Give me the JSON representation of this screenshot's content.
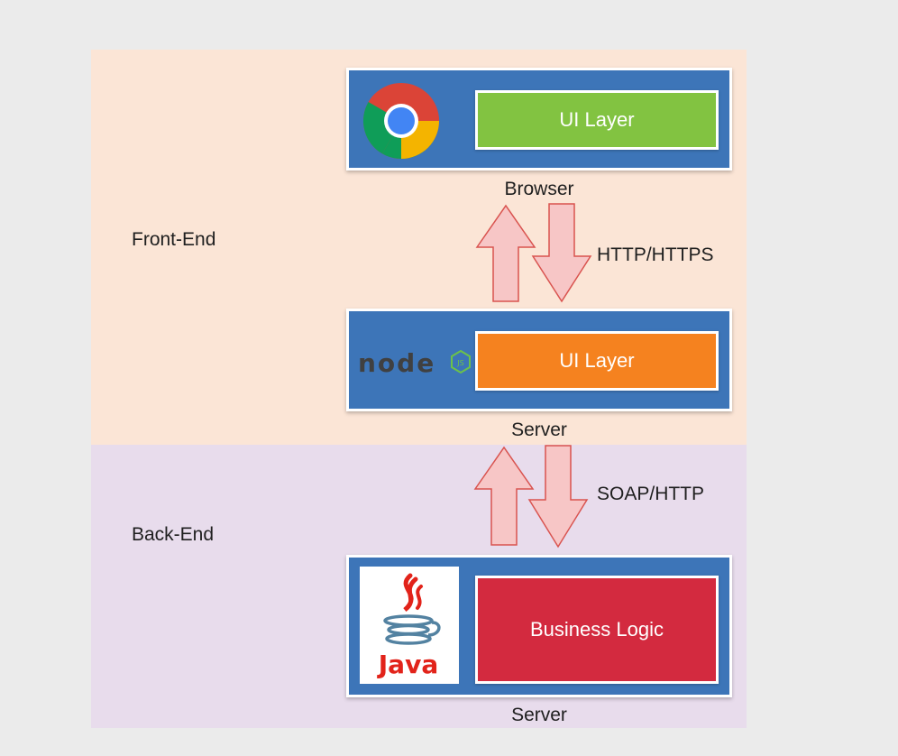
{
  "zones": {
    "front": {
      "label": "Front-End",
      "color": "#fbe5d6"
    },
    "back": {
      "label": "Back-End",
      "color": "#e8dcec"
    }
  },
  "tiers": {
    "browser": {
      "logo": "chrome-logo",
      "layer_label": "UI Layer",
      "layer_color": "#82c341",
      "caption": "Browser"
    },
    "node": {
      "logo": "nodejs-logo",
      "logo_text": "node",
      "logo_badge": "JS",
      "layer_label": "UI Layer",
      "layer_color": "#f5821f",
      "caption": "Server"
    },
    "java": {
      "logo": "java-logo",
      "logo_text": "Java",
      "layer_label": "Business Logic",
      "layer_color": "#d32a3f",
      "caption": "Server"
    }
  },
  "connections": [
    {
      "label": "HTTP/HTTPS",
      "from": "browser",
      "to": "node"
    },
    {
      "label": "SOAP/HTTP",
      "from": "node",
      "to": "java"
    }
  ],
  "colors": {
    "tier_bg": "#3d75b8",
    "arrow_fill": "#f7c6c6",
    "arrow_stroke": "#d9534f"
  }
}
